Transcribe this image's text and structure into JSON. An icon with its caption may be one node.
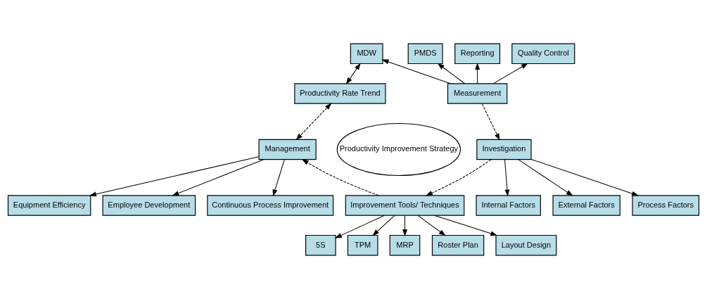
{
  "diagram": {
    "nodes": [
      {
        "text": [
          "MDW"
        ]
      },
      {
        "text": [
          "PMDS"
        ]
      },
      {
        "text": [
          "Reporting"
        ]
      },
      {
        "text": [
          "Quality Control"
        ]
      },
      {
        "text": [
          "Productivity Rate Trend"
        ]
      },
      {
        "text": [
          "Measurement"
        ]
      },
      {
        "text": [
          "Equipment Efficiency"
        ]
      },
      {
        "text": [
          "Internal Factors"
        ]
      },
      {
        "text": [
          "Productivity Improvement Strategy"
        ]
      },
      {
        "text": [
          "Management"
        ]
      },
      {
        "text": [
          "Investigation"
        ]
      },
      {
        "text": [
          "External Factors"
        ]
      },
      {
        "text": [
          "Employee Development"
        ]
      },
      {
        "text": [
          "Process Factors"
        ]
      },
      {
        "text": [
          "Continuous Process Improvement"
        ]
      },
      {
        "text": [
          "Improvement Tools/ Techniques"
        ]
      },
      {
        "text": [
          "5S"
        ]
      },
      {
        "text": [
          "TPM"
        ]
      },
      {
        "text": [
          "MRP"
        ]
      },
      {
        "text": [
          "Roster Plan"
        ]
      },
      {
        "text": [
          "Layout Design"
        ]
      }
    ],
    "edges": [
      {
        "from": 5,
        "to": 0,
        "arrow": "to"
      },
      {
        "from": 5,
        "to": 1,
        "arrow": "to"
      },
      {
        "from": 5,
        "to": 2,
        "arrow": "to"
      },
      {
        "from": 5,
        "to": 3,
        "arrow": "to"
      },
      {
        "from": 0,
        "to": 4,
        "arrow": "both"
      },
      {
        "from": 4,
        "to": 9,
        "arrow": "both",
        "style": "dashed"
      },
      {
        "from": 5,
        "to": 10,
        "arrow": "to",
        "style": "dashed"
      },
      {
        "from": 10,
        "to": 15,
        "arrow": "to",
        "style": "dashed"
      },
      {
        "from": 15,
        "to": 9,
        "arrow": "to",
        "style": "dashed"
      },
      {
        "from": 9,
        "to": 6,
        "arrow": "to"
      },
      {
        "from": 9,
        "to": 12,
        "arrow": "to"
      },
      {
        "from": 9,
        "to": 14,
        "arrow": "to"
      },
      {
        "from": 10,
        "to": 7,
        "arrow": "to"
      },
      {
        "from": 10,
        "to": 11,
        "arrow": "to"
      },
      {
        "from": 10,
        "to": 13,
        "arrow": "to"
      },
      {
        "from": 15,
        "to": 16,
        "arrow": "to"
      },
      {
        "from": 15,
        "to": 17,
        "arrow": "to"
      },
      {
        "from": 15,
        "to": 18,
        "arrow": "to"
      },
      {
        "from": 15,
        "to": 19,
        "arrow": "to"
      },
      {
        "from": 15,
        "to": 20,
        "arrow": "to"
      }
    ]
  }
}
